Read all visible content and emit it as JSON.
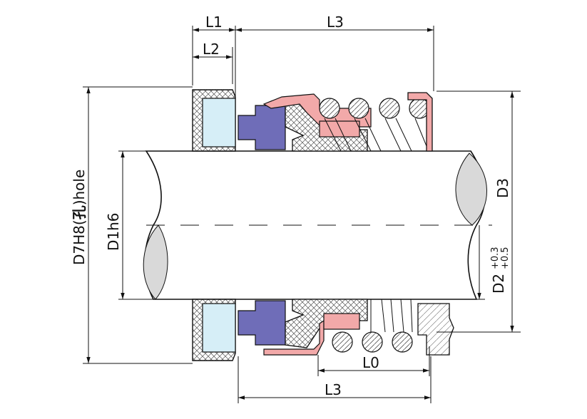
{
  "labels": {
    "l1": "L1",
    "l2": "L2",
    "l3_top": "L3",
    "l3_bottom": "L3",
    "l0": "L0",
    "d3": "D3",
    "d1": "D1h6",
    "d7_prefix": "D7H8(",
    "d7_hole_cn": "孔",
    "d7_suffix": ")hole",
    "d2": "D2",
    "d2_upper_tol": "+0.3",
    "d2_lower_tol": "+0.5"
  },
  "colors": {
    "ink": "#111111",
    "shaft_fill": "#ffffff",
    "break_fill": "#d9d9d9",
    "seat_blue": "#d6eef7",
    "rubber_violet": "#6f6db8",
    "copper_pink": "#f2a9a9",
    "hatch_gray": "#9a9a9a"
  }
}
